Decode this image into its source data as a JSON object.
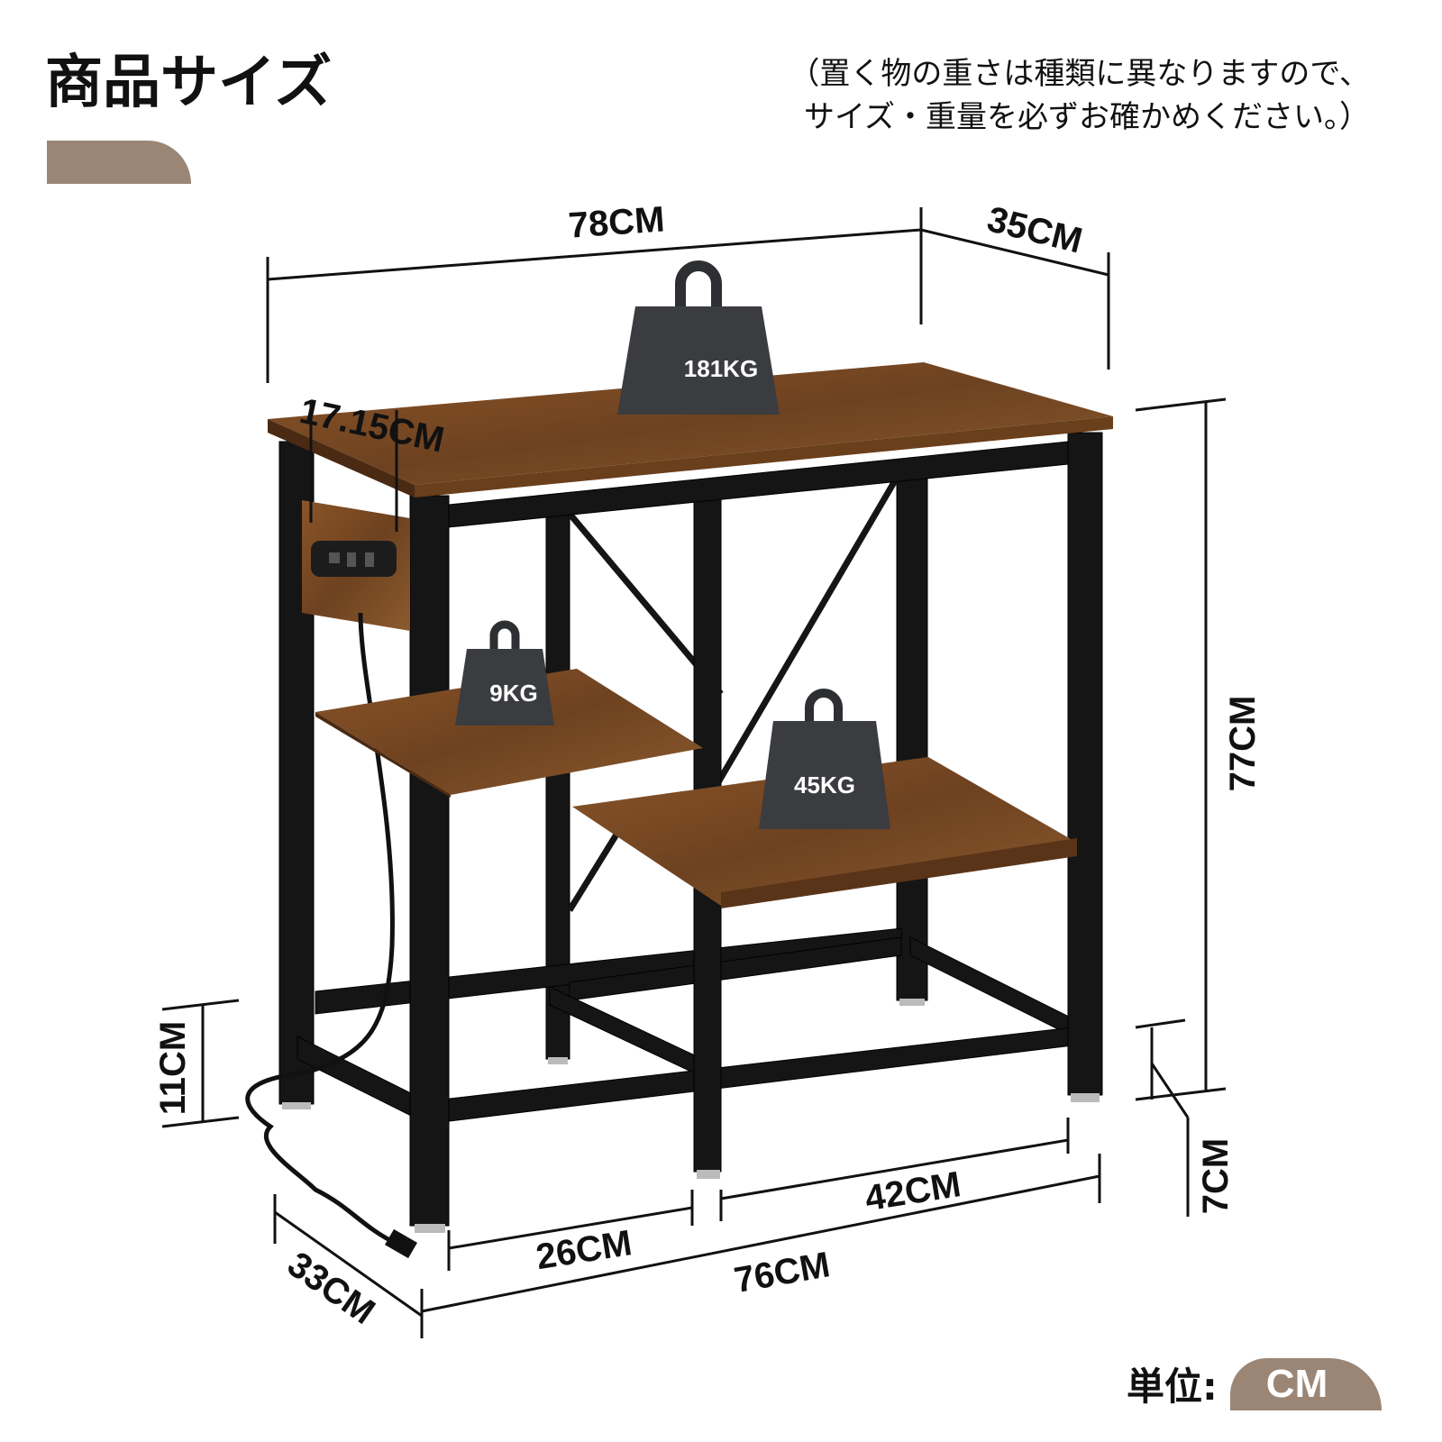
{
  "header": {
    "title": "商品サイズ",
    "note_line1": "（置く物の重さは種類に異なりますので、",
    "note_line2": "サイズ・重量を必ずお確かめください。）"
  },
  "dimensions": {
    "top_width": "78CM",
    "top_depth": "35CM",
    "height": "77CM",
    "outlet_panel": "17.15CM",
    "bottom_shelf_clearance": "11CM",
    "foot_height": "7CM",
    "base_depth": "33CM",
    "base_width": "76CM",
    "left_span": "26CM",
    "right_span": "42CM"
  },
  "weights": {
    "top": "181KG",
    "upper_shelf": "9KG",
    "lower_shelf": "45KG"
  },
  "unit": {
    "label": "単位:",
    "value": "CM"
  },
  "colors": {
    "accent": "#9b8675",
    "wood": "#7a4a24",
    "frame": "#151515",
    "weight": "#3a3c40"
  }
}
